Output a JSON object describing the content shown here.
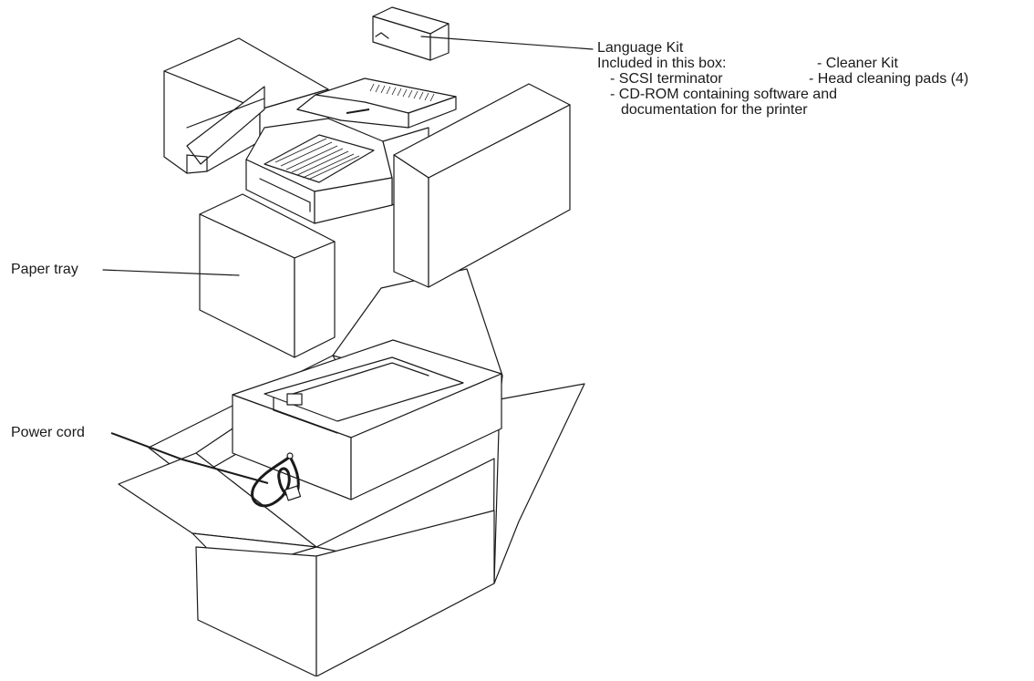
{
  "labels": {
    "language_kit": "Language Kit",
    "included_heading": "Included in this box:",
    "scsi_terminator": "- SCSI terminator",
    "cleaner_kit": "- Cleaner Kit",
    "head_cleaning_pads": "- Head cleaning pads (4)",
    "cdrom_line1": "- CD-ROM containing software and",
    "cdrom_line2": "documentation for the printer",
    "paper_tray": "Paper tray",
    "power_cord": "Power cord"
  }
}
